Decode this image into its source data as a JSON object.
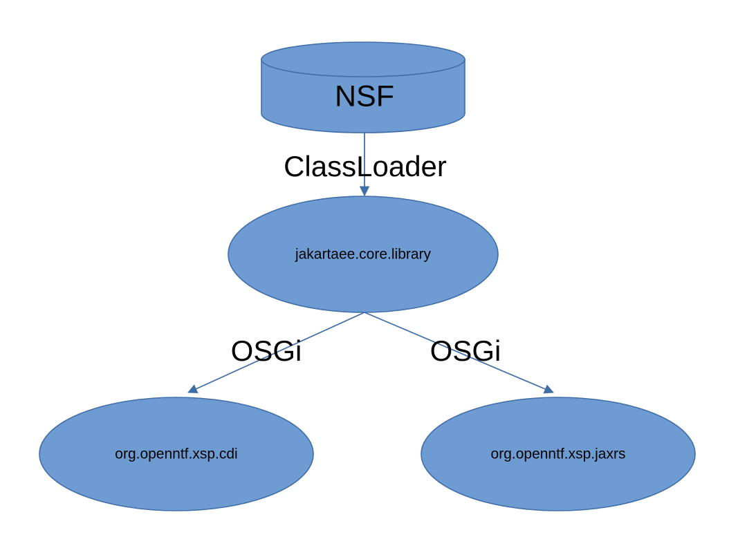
{
  "diagram": {
    "type": "architecture-dependency-diagram",
    "background_color": "#FFFFFF",
    "shape_fill_color": "#6E9CD2",
    "shape_stroke_color": "#3E6DA8",
    "connector_color": "#3E6DA8",
    "label_color": "#000000",
    "nodes": [
      {
        "id": "nsf",
        "label": "NSF",
        "shape": "cylinder"
      },
      {
        "id": "jakartaee-core-library",
        "label": "jakartaee.core.library",
        "shape": "ellipse"
      },
      {
        "id": "xsp-cdi",
        "label": "org.openntf.xsp.cdi",
        "shape": "ellipse"
      },
      {
        "id": "xsp-jaxrs",
        "label": "org.openntf.xsp.jaxrs",
        "shape": "ellipse"
      }
    ],
    "edges": [
      {
        "id": "nsf-to-library",
        "from": "nsf",
        "to": "jakartaee-core-library",
        "label": "ClassLoader",
        "arrow": "down"
      },
      {
        "id": "library-to-cdi",
        "from": "jakartaee-core-library",
        "to": "xsp-cdi",
        "label": "OSGi",
        "arrow": "down-left"
      },
      {
        "id": "library-to-jaxrs",
        "from": "jakartaee-core-library",
        "to": "xsp-jaxrs",
        "label": "OSGi",
        "arrow": "down-right"
      }
    ]
  }
}
